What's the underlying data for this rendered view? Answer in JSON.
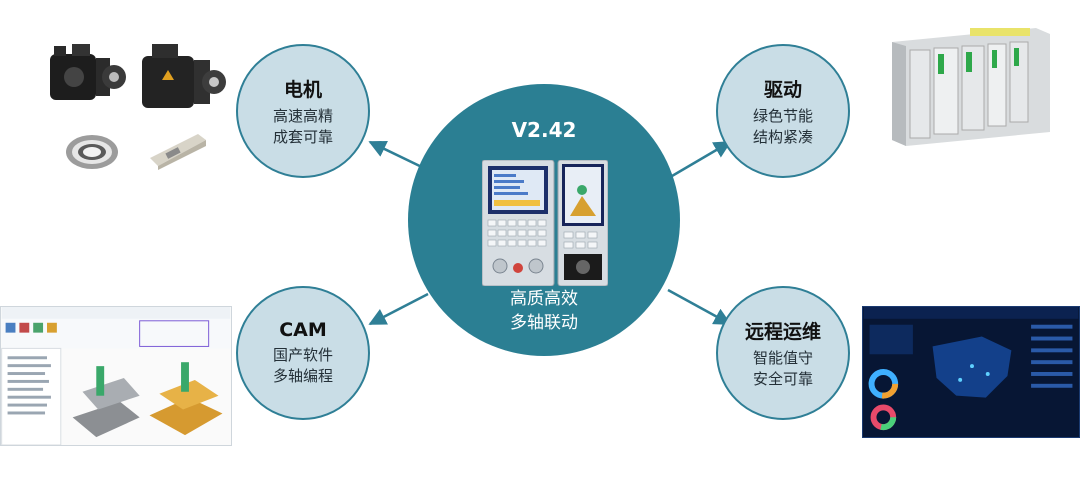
{
  "center": {
    "version": "V2.42",
    "line1": "高质高效",
    "line2": "多轴联动"
  },
  "nodes": {
    "motor": {
      "title": "电机",
      "line1": "高速高精",
      "line2": "成套可靠"
    },
    "drive": {
      "title": "驱动",
      "line1": "绿色节能",
      "line2": "结构紧凑"
    },
    "cam": {
      "title": "CAM",
      "line1": "国产软件",
      "line2": "多轴编程"
    },
    "remote": {
      "title": "远程运维",
      "line1": "智能值守",
      "line2": "安全可靠"
    }
  },
  "colors": {
    "center_fill": "#2b7f93",
    "satellite_fill": "#c9dde6",
    "satellite_border": "#2f7f96",
    "arrow": "#2f7f96"
  }
}
